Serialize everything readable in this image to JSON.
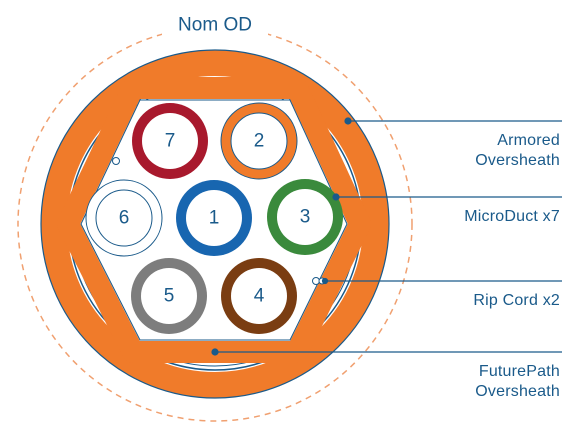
{
  "diagram": {
    "nom_od_label": "Nom OD",
    "callouts": {
      "armored": [
        "Armored",
        "Oversheath"
      ],
      "microduct": [
        "MicroDuct x7"
      ],
      "ripcord": [
        "Rip Cord x2"
      ],
      "futurepath": [
        "FuturePath",
        "Oversheath"
      ]
    },
    "ducts": [
      {
        "number": "1",
        "color": "#1866b0"
      },
      {
        "number": "2",
        "color": "#f07b2a"
      },
      {
        "number": "3",
        "color": "#3a8a3c"
      },
      {
        "number": "4",
        "color": "#7a3d12"
      },
      {
        "number": "5",
        "color": "#7d7d7d"
      },
      {
        "number": "6",
        "color": "#ffffff"
      },
      {
        "number": "7",
        "color": "#a8192d"
      }
    ]
  },
  "colors": {
    "armor_orange": "#f07b2a",
    "line_blue": "#1a5a8a",
    "text_blue": "#1a5a8a",
    "dashed_od": "#f0a070"
  }
}
